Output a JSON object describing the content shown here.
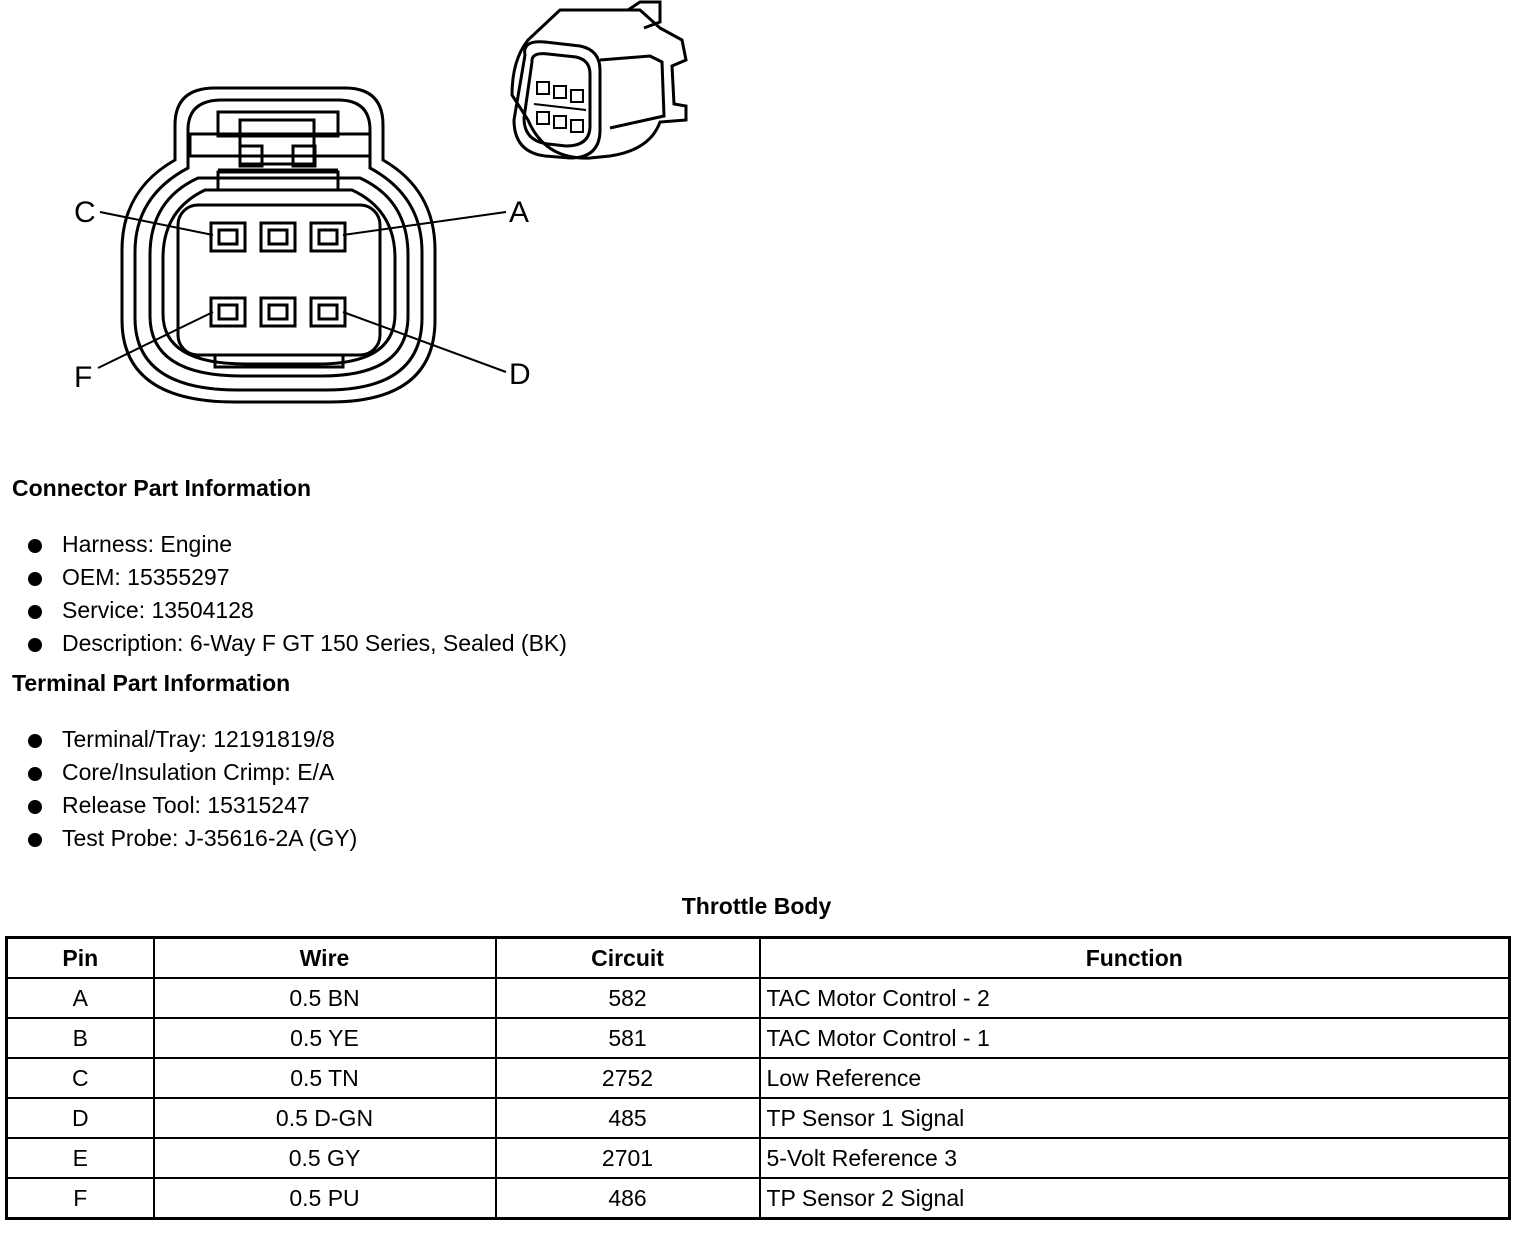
{
  "diagram": {
    "pin_labels": {
      "a": "A",
      "c": "C",
      "d": "D",
      "f": "F"
    }
  },
  "connector_info": {
    "title": "Connector Part Information",
    "items": [
      "Harness: Engine",
      "OEM: 15355297",
      "Service: 13504128",
      "Description: 6-Way F GT 150 Series, Sealed (BK)"
    ]
  },
  "terminal_info": {
    "title": "Terminal Part Information",
    "items": [
      "Terminal/Tray: 12191819/8",
      "Core/Insulation Crimp: E/A",
      "Release Tool: 15315247",
      "Test Probe: J-35616-2A (GY)"
    ]
  },
  "table": {
    "title": "Throttle Body",
    "headers": {
      "pin": "Pin",
      "wire": "Wire",
      "circuit": "Circuit",
      "function": "Function"
    },
    "rows": [
      {
        "pin": "A",
        "wire": "0.5 BN",
        "circuit": "582",
        "function": "TAC Motor Control - 2"
      },
      {
        "pin": "B",
        "wire": "0.5 YE",
        "circuit": "581",
        "function": "TAC Motor Control - 1"
      },
      {
        "pin": "C",
        "wire": "0.5 TN",
        "circuit": "2752",
        "function": "Low Reference"
      },
      {
        "pin": "D",
        "wire": "0.5 D-GN",
        "circuit": "485",
        "function": "TP Sensor 1 Signal"
      },
      {
        "pin": "E",
        "wire": "0.5 GY",
        "circuit": "2701",
        "function": "5-Volt Reference 3"
      },
      {
        "pin": "F",
        "wire": "0.5 PU",
        "circuit": "486",
        "function": "TP Sensor 2 Signal"
      }
    ]
  }
}
